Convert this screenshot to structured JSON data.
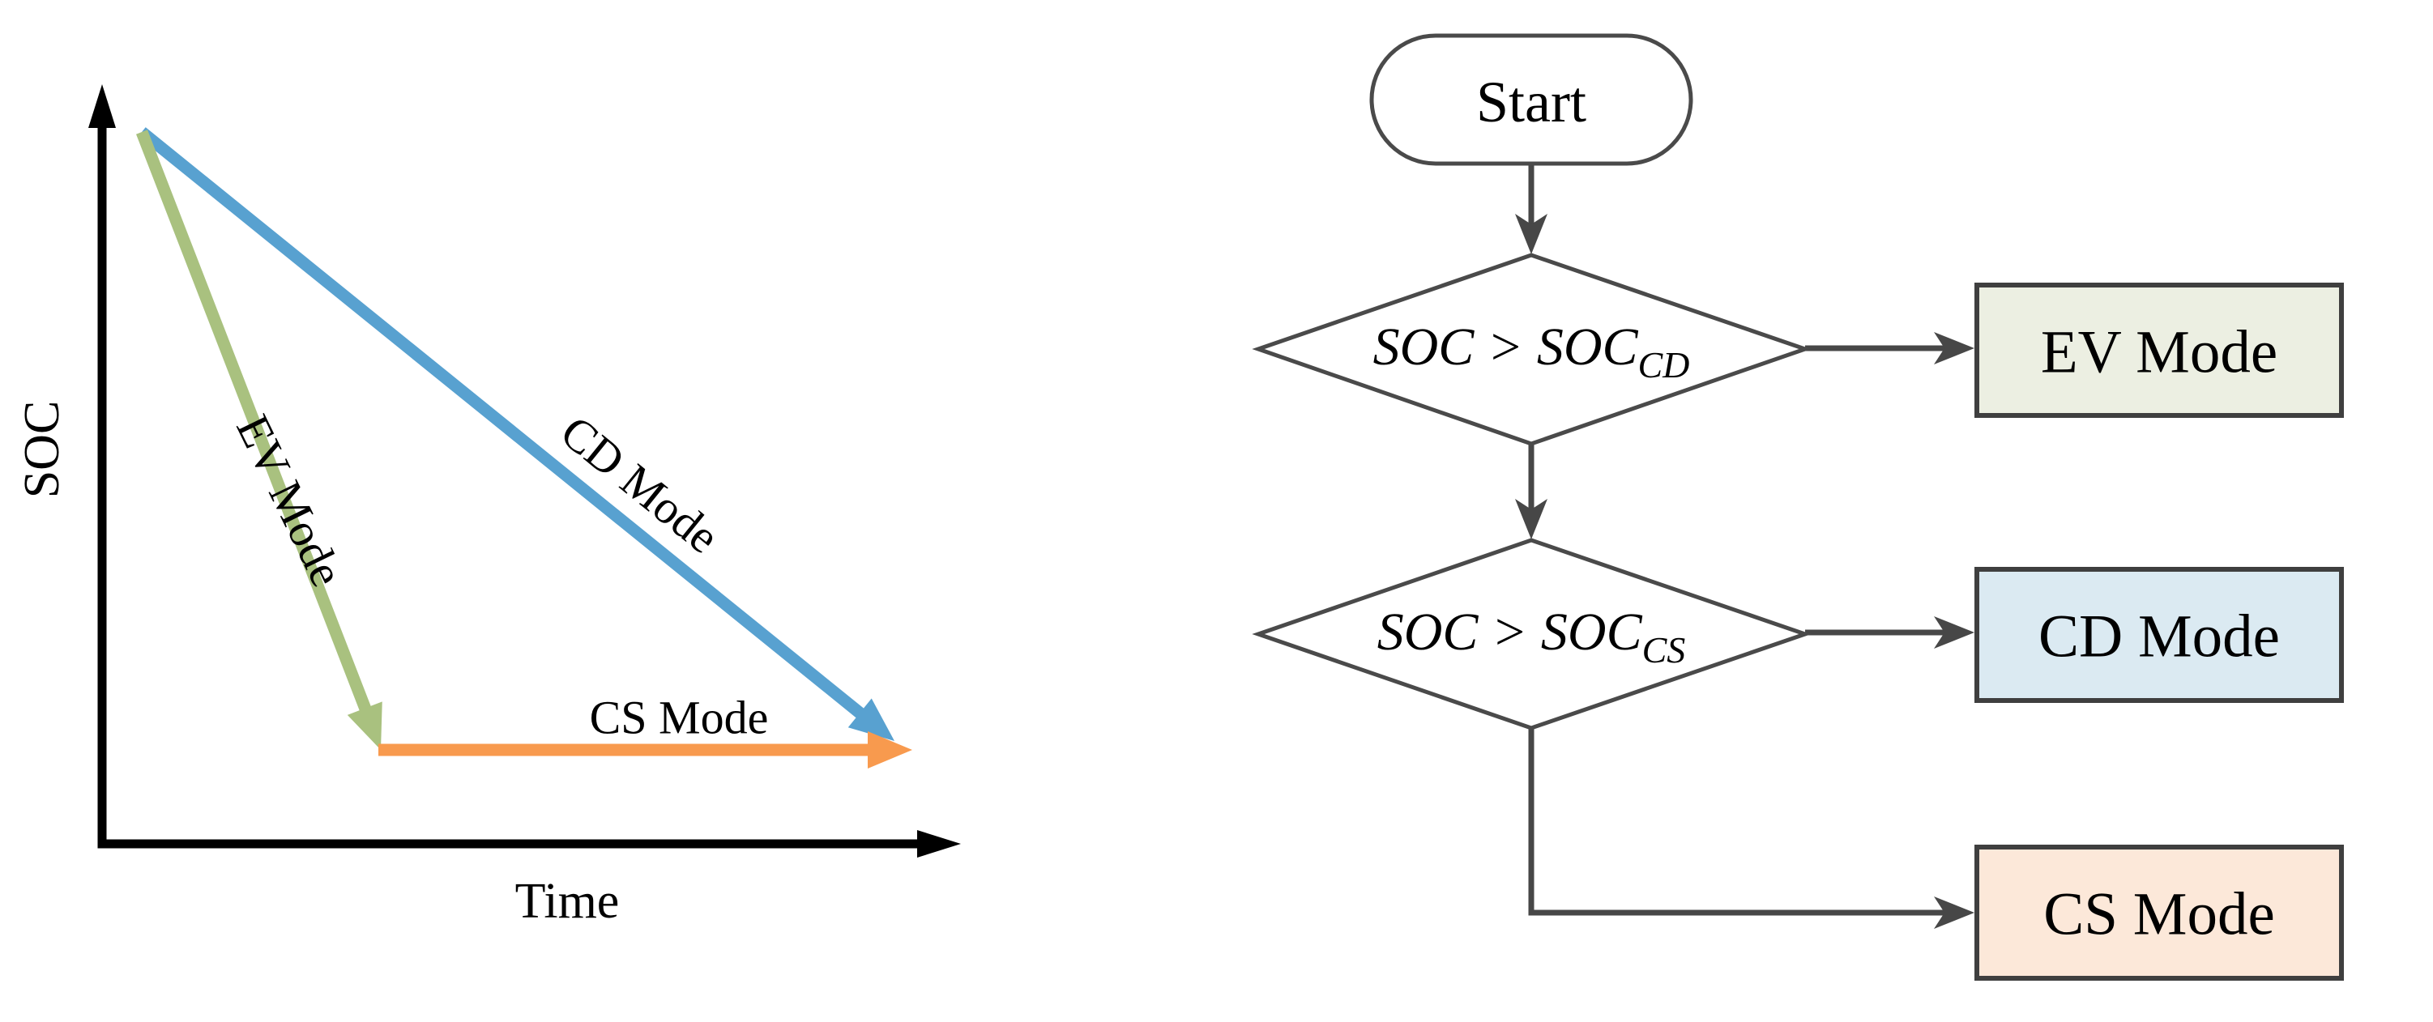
{
  "chart": {
    "y_axis_label": "SOC",
    "x_axis_label": "Time",
    "axis_color": "#000000",
    "lines": [
      {
        "label": "EV Mode",
        "color": "#a9c17f"
      },
      {
        "label": "CD Mode",
        "color": "#58a1d0"
      },
      {
        "label": "CS Mode",
        "color": "#f89a4e"
      }
    ]
  },
  "chart_data": {
    "type": "line",
    "title": "",
    "xlabel": "Time",
    "ylabel": "SOC",
    "series": [
      {
        "name": "EV Mode",
        "description": "steep SOC decline from high SOC to low SOC",
        "color": "#a9c17f"
      },
      {
        "name": "CD Mode",
        "description": "gradual SOC decline from high SOC to low SOC",
        "color": "#58a1d0"
      },
      {
        "name": "CS Mode",
        "description": "constant low SOC over time",
        "color": "#f89a4e"
      }
    ]
  },
  "flowchart": {
    "line_color": "#474747",
    "box_border_color": "#3f3f3f",
    "start_label": "Start",
    "decisions": [
      {
        "main": "SOC > SOC",
        "sub": "CD"
      },
      {
        "main": "SOC > SOC",
        "sub": "CS"
      }
    ],
    "outcomes": [
      {
        "label": "EV Mode",
        "fill": "#ecefe2"
      },
      {
        "label": "CD Mode",
        "fill": "#dbeaf2"
      },
      {
        "label": "CS Mode",
        "fill": "#fce8d9"
      }
    ]
  }
}
